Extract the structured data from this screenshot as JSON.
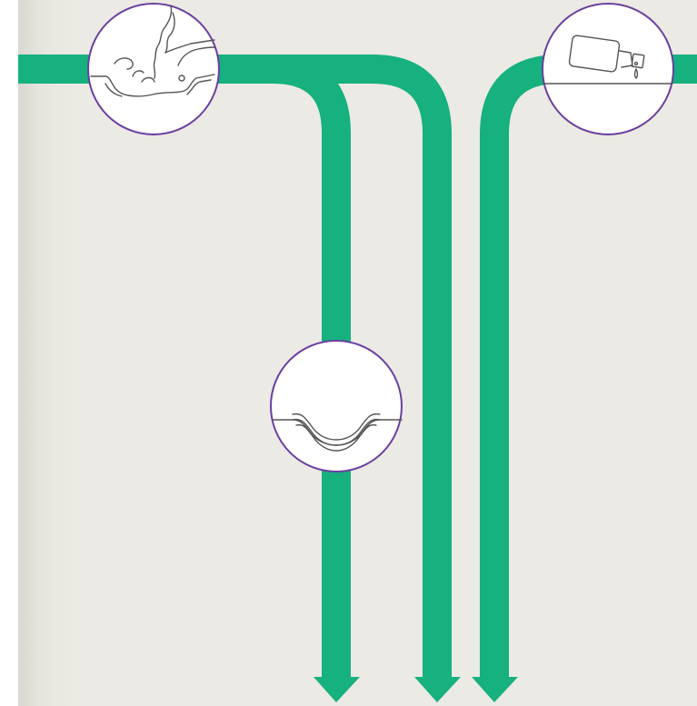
{
  "colors": {
    "pipe": "#17b07f",
    "page_background": "#ebeae4",
    "page_shadow": "#d9d8d0",
    "circle_fill": "#ffffff",
    "circle_border": "#6b3fa0",
    "icon_stroke": "#555555"
  },
  "icons": [
    {
      "id": "splash",
      "name": "liquid-splash-icon"
    },
    {
      "id": "tray",
      "name": "drip-tray-icon"
    },
    {
      "id": "bottle",
      "name": "pouring-bottle-icon"
    }
  ],
  "arrows": {
    "count": 3,
    "direction": "down"
  }
}
